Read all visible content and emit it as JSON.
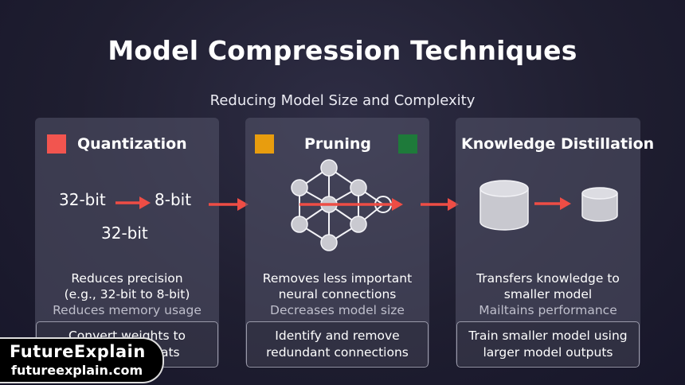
{
  "title": "Model Compression Techniques",
  "subtitle": "Reducing Model Size and Complexity",
  "colors": {
    "quantization_square": "#f2554f",
    "pruning_square_left": "#e89d0e",
    "pruning_square_right": "#1e7a3a",
    "arrow": "#ee4d45"
  },
  "cards": {
    "quantization": {
      "title": "Quantization",
      "bits_from": "32-bit",
      "bits_to": "8-bit",
      "bits_below": "32-bit",
      "desc_line1": "Reduces precision",
      "desc_line2": "(e.g., 32-bit to 8-bit)",
      "desc_line3": "Reduces memory usage",
      "box_line1": "Convert weights to",
      "box_line2": "lower bit formats"
    },
    "pruning": {
      "title": "Pruning",
      "desc_line1": "Removes less important",
      "desc_line2": "neural connections",
      "desc_line3": "Decreases model size",
      "box_line1": "Identify and remove",
      "box_line2": "redundant connections"
    },
    "distillation": {
      "title": "Knowledge Distillation",
      "desc_line1": "Transfers knowledge to",
      "desc_line2": "smaller model",
      "desc_line3": "Mailtains performance",
      "box_line1": "Train smaller model using",
      "box_line2": "larger model outputs"
    }
  },
  "watermark": {
    "brand": "FutureExplain",
    "url": "futureexplain.com"
  }
}
